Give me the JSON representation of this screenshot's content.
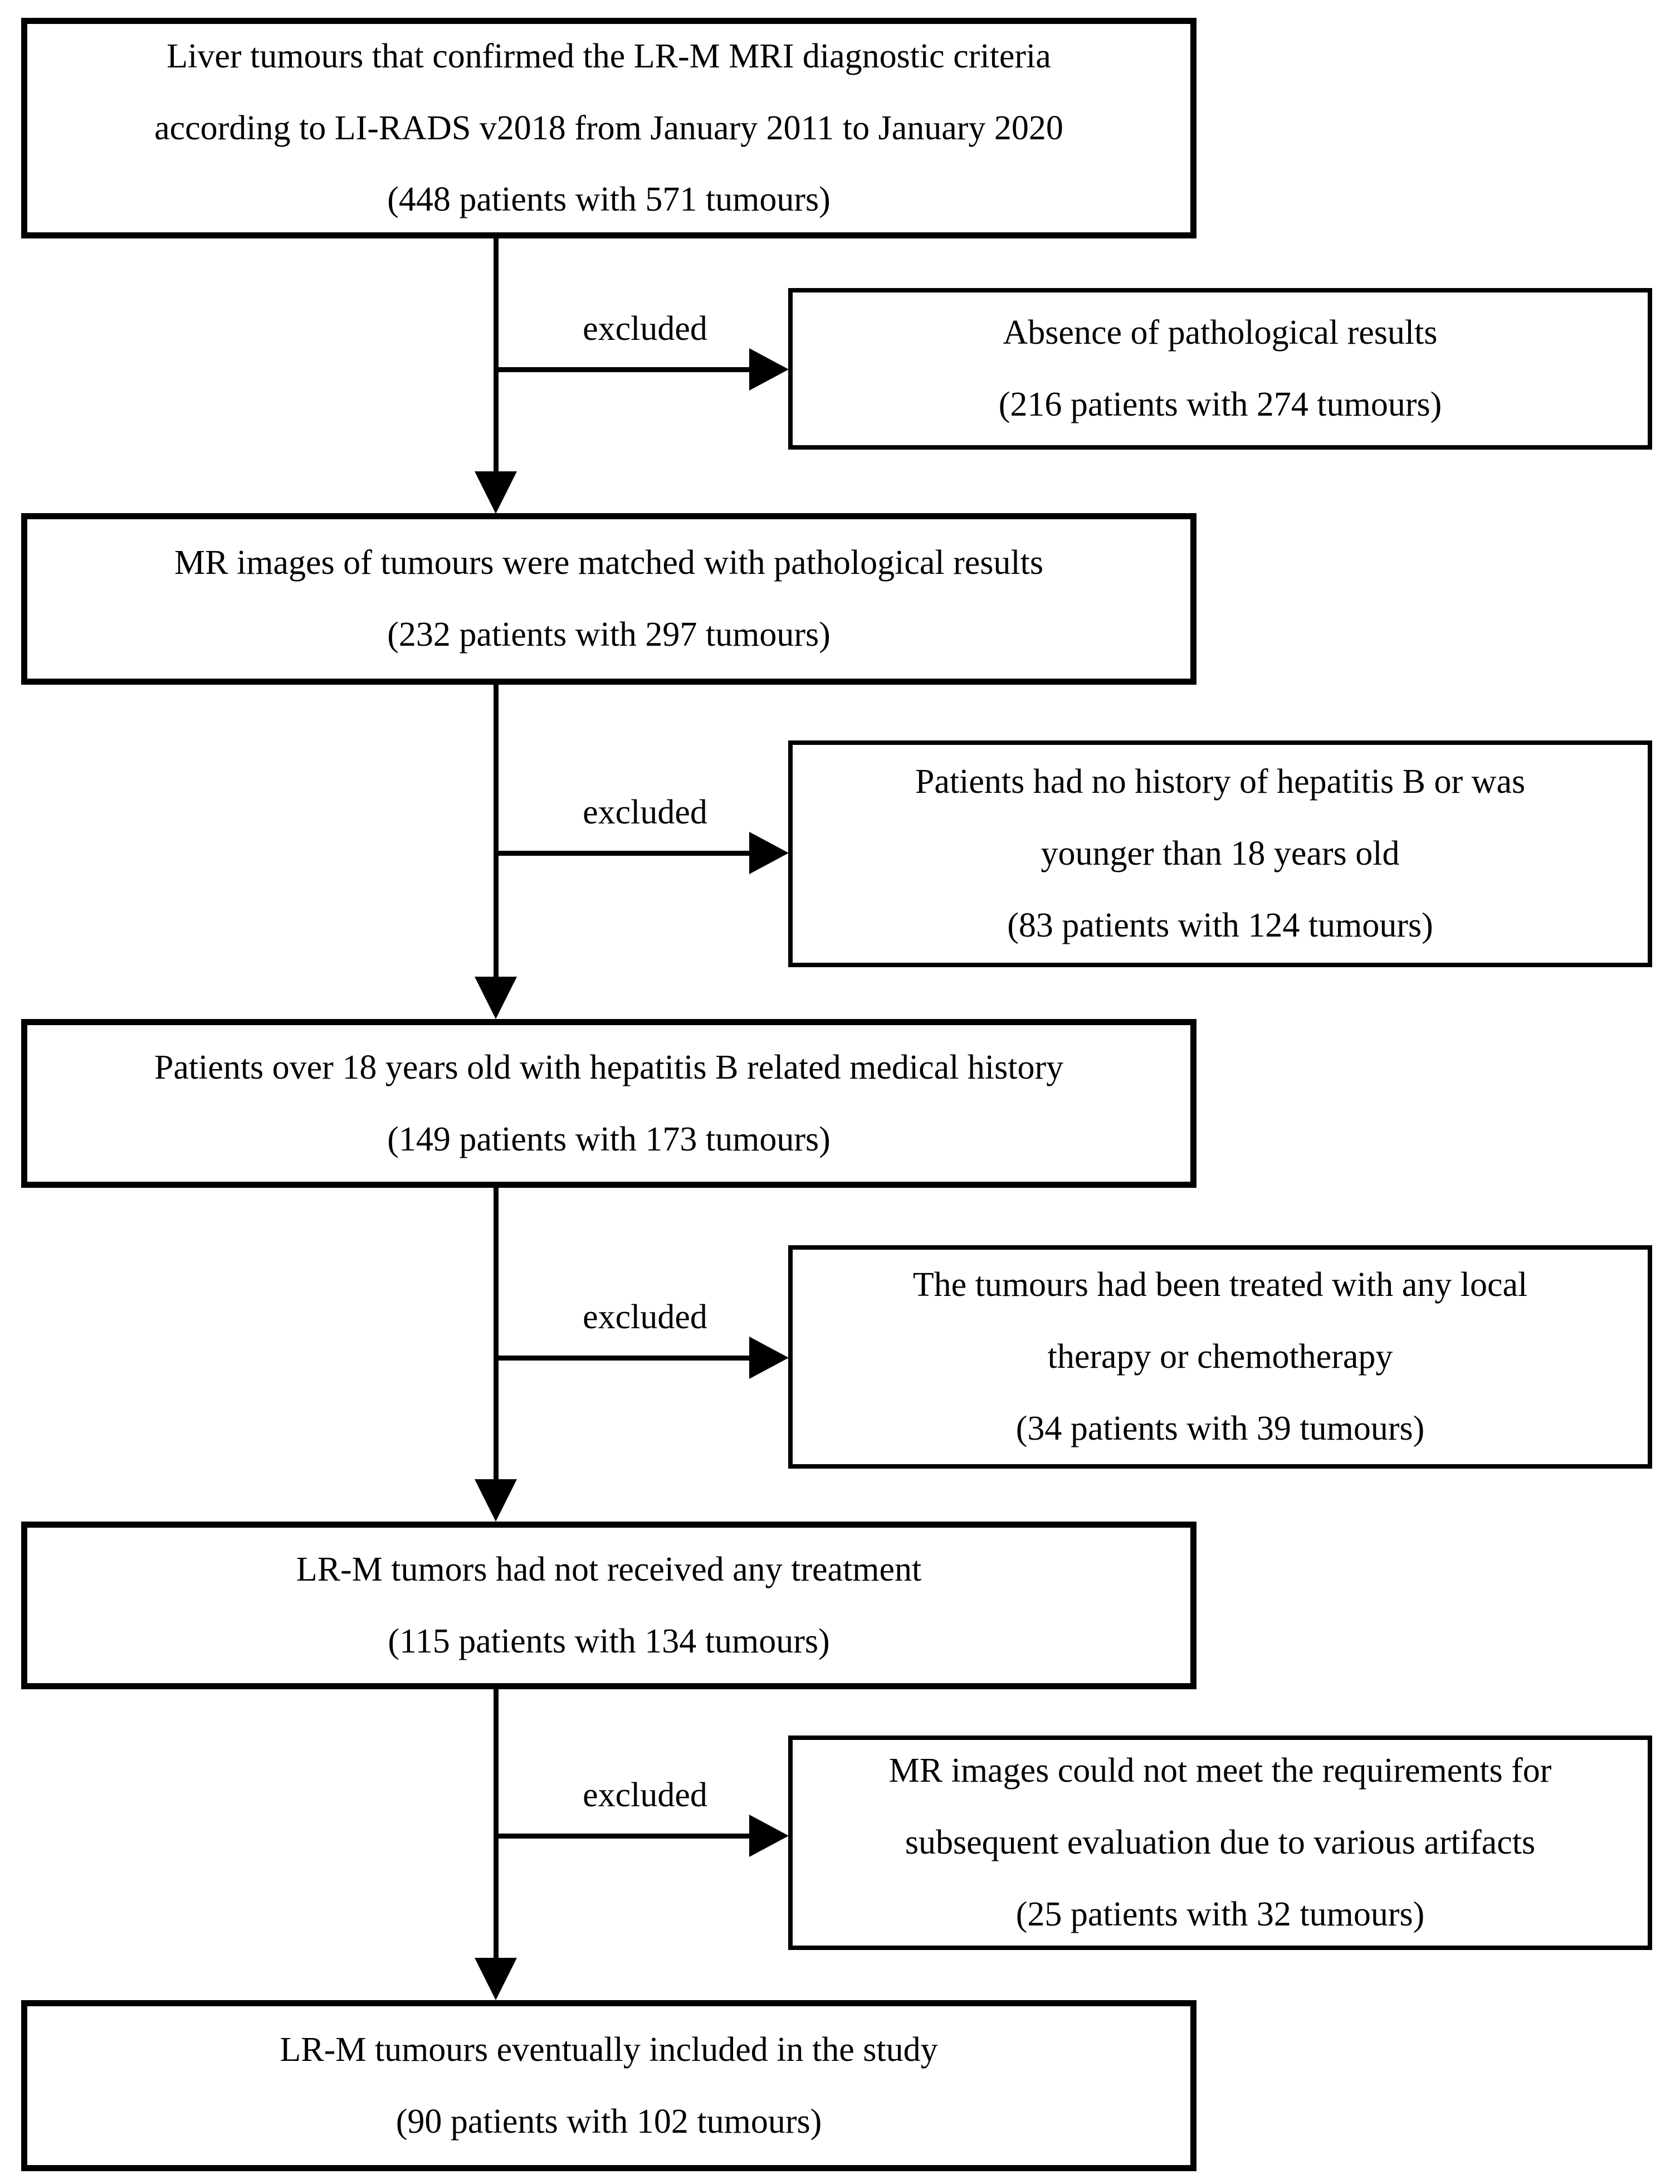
{
  "diagram": {
    "background_color": "#ffffff",
    "line_color": "#000000",
    "text_color": "#000000",
    "main_boxes": [
      {
        "lines": [
          "Liver tumours that confirmed the LR-M MRI diagnostic criteria",
          "according to LI-RADS v2018 from January 2011 to January 2020",
          "(448 patients with 571 tumours)"
        ]
      },
      {
        "lines": [
          "MR images of tumours were matched with pathological results",
          "(232 patients with 297 tumours)"
        ]
      },
      {
        "lines": [
          "Patients over 18 years old with hepatitis B related medical history",
          "(149 patients with 173 tumours)"
        ]
      },
      {
        "lines": [
          "LR-M tumors had not received any treatment",
          "(115 patients with 134 tumours)"
        ]
      },
      {
        "lines": [
          "LR-M tumours eventually included in the study",
          "(90 patients with 102 tumours)"
        ]
      }
    ],
    "exclusions": [
      {
        "label": "excluded",
        "lines": [
          "Absence of pathological results",
          "(216 patients with 274 tumours)"
        ]
      },
      {
        "label": "excluded",
        "lines": [
          "Patients had no history of hepatitis B or was",
          "younger than 18 years old",
          "(83 patients with 124 tumours)"
        ]
      },
      {
        "label": "excluded",
        "lines": [
          "The tumours had been treated with any local",
          "therapy or chemotherapy",
          "(34 patients with 39 tumours)"
        ]
      },
      {
        "label": "excluded",
        "lines": [
          "MR images could not meet the requirements for",
          "subsequent evaluation due to various artifacts",
          "(25 patients with 32 tumours)"
        ]
      }
    ]
  }
}
